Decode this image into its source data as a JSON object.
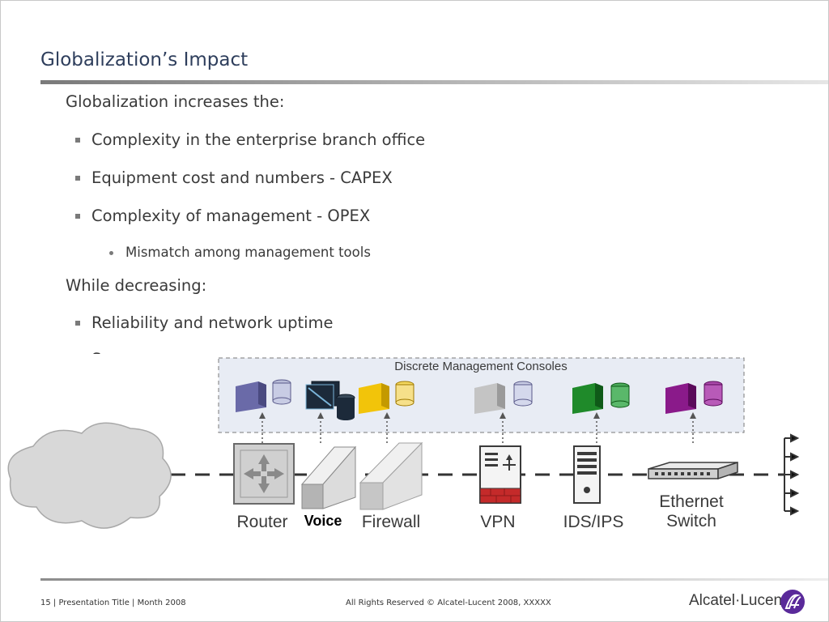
{
  "slide": {
    "title": "Globalization’s Impact",
    "intro": "Globalization increases the:",
    "increase_items": [
      "Complexity in the enterprise branch office",
      "Equipment cost and numbers - CAPEX",
      "Complexity of management - OPEX"
    ],
    "sub_item": "Mismatch among management tools",
    "decrease_heading": "While decreasing:",
    "decrease_items": [
      "Reliability and network uptime",
      "Se..."
    ]
  },
  "diagram": {
    "consoles_title": "Discrete Management Consoles",
    "devices": [
      "Router",
      "Voice",
      "Firewall",
      "VPN",
      "IDS/IPS",
      "Ethernet",
      "Switch"
    ],
    "colors": {
      "router": "#6a6aa8",
      "voice": "#1c2a3a",
      "firewall": "#f2c40a",
      "vpn": "#c4c4c4",
      "ids": "#1f8a2a",
      "switch": "#8a1a8a",
      "panel_bg": "#e8ecf4",
      "vpn_red": "#c42a2a"
    }
  },
  "footer": {
    "left": "15 | Presentation Title | Month 2008",
    "center": "All Rights Reserved © Alcatel-Lucent 2008, XXXXX",
    "logo": "Alcatel·Lucent"
  }
}
